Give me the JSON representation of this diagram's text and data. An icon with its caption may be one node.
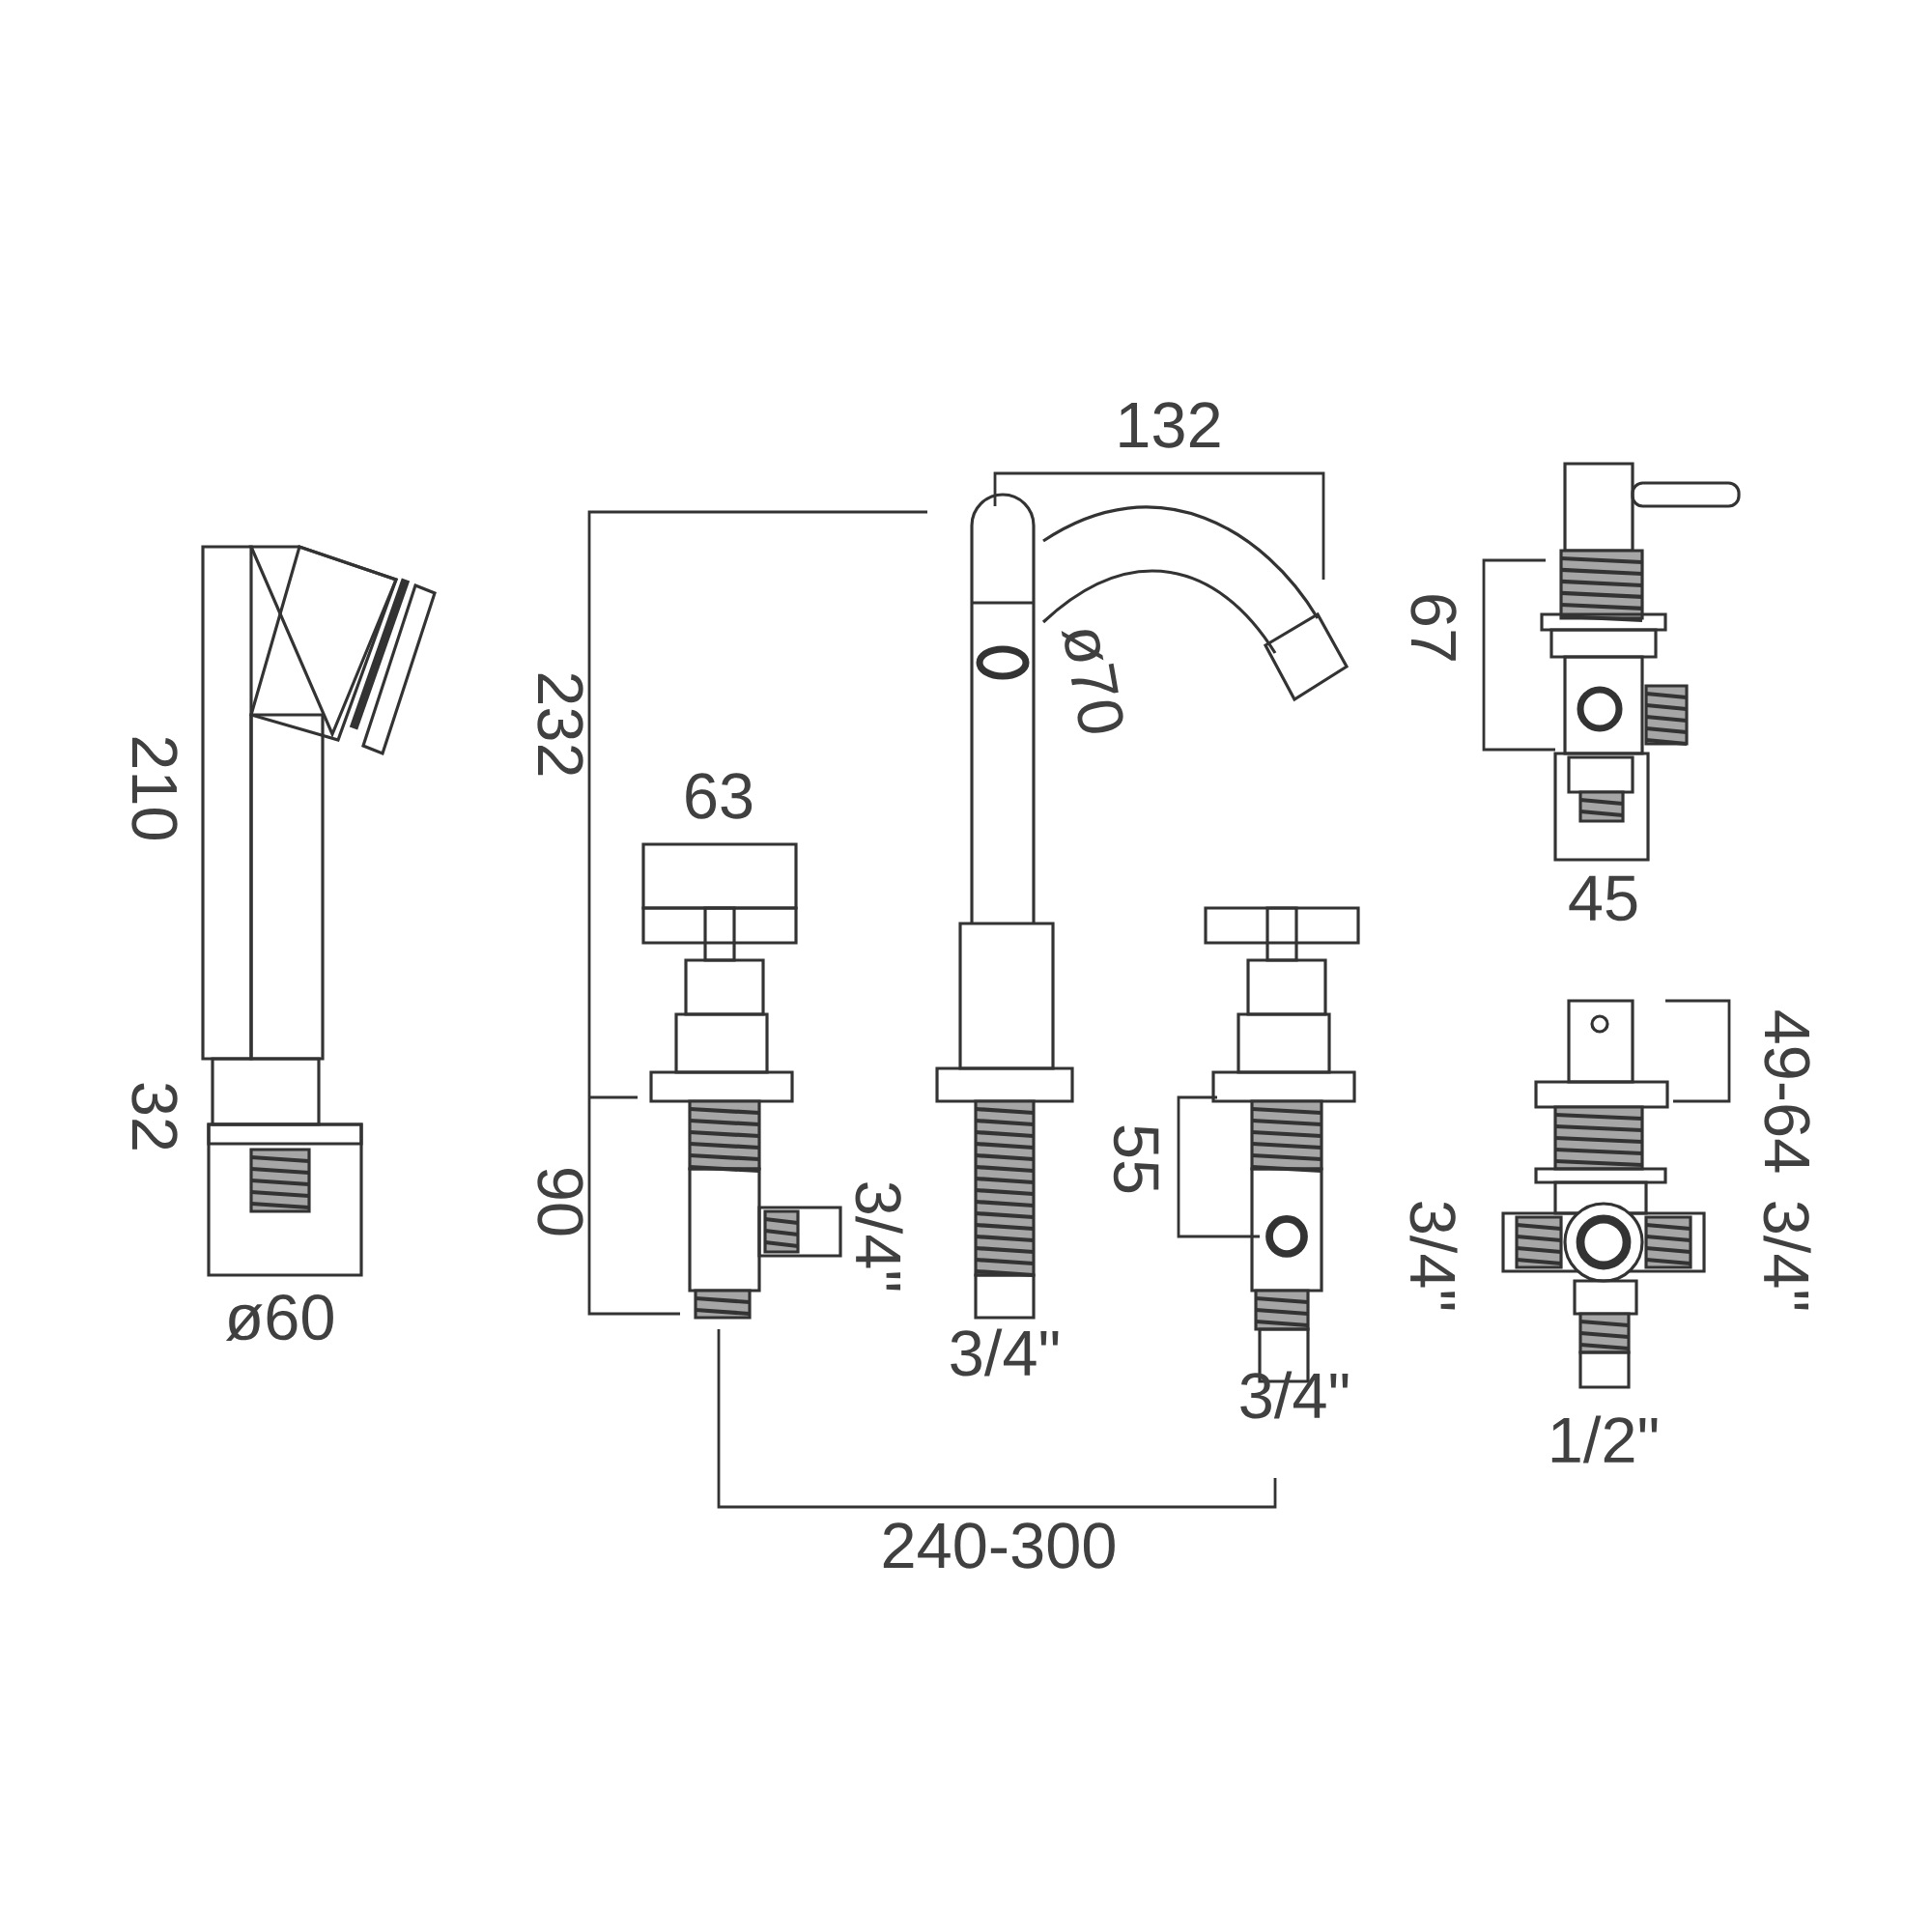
{
  "diagram": {
    "labels": [
      "132",
      "67",
      "ø70",
      "232",
      "210",
      "63",
      "45",
      "49-64",
      "32",
      "55",
      "90",
      "3/4\"",
      "3/4\"",
      "3/4\"",
      "ø60",
      "3/4\"",
      "3/4\"",
      "1/2\"",
      "240-300"
    ]
  }
}
